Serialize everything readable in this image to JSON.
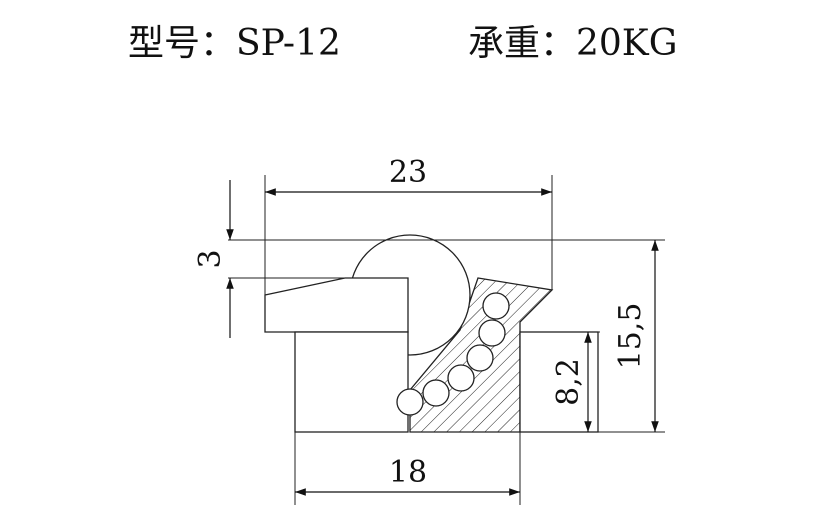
{
  "header": {
    "model": "型号：SP-12",
    "load": "承重：20KG"
  },
  "dimensions": {
    "top_width": "23",
    "bottom_width": "18",
    "top_offset": "3",
    "lower_height": "8,2",
    "total_height": "15,5"
  }
}
